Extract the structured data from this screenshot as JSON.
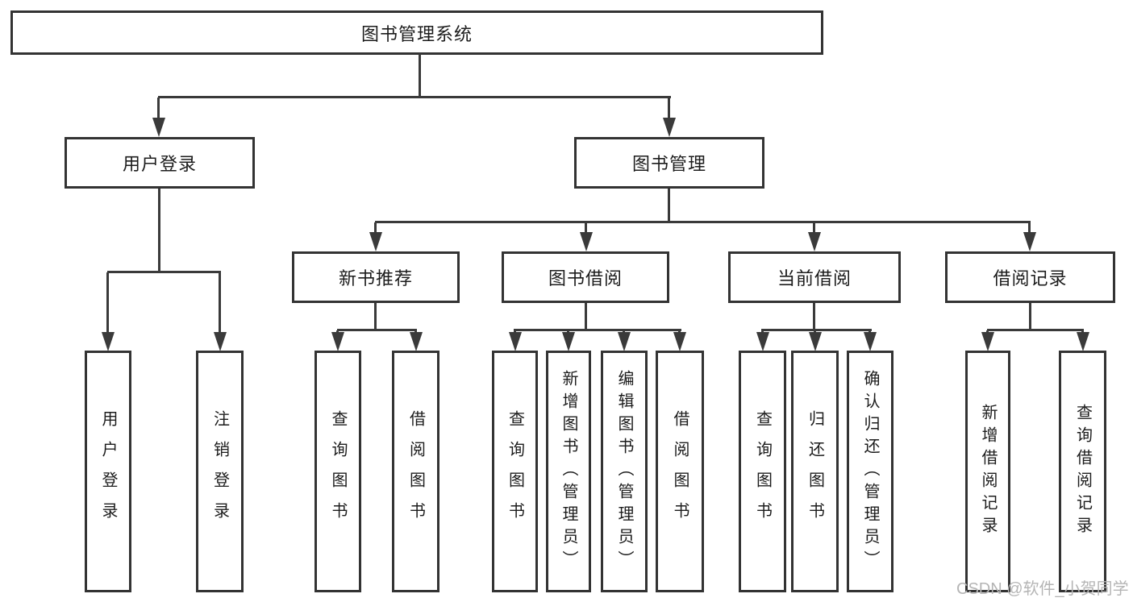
{
  "diagram": {
    "title": "图书管理系统",
    "level1": [
      {
        "id": "user-login",
        "label": "用户登录"
      },
      {
        "id": "book-management",
        "label": "图书管理"
      }
    ],
    "level2": [
      {
        "id": "new-book-recommend",
        "label": "新书推荐"
      },
      {
        "id": "book-borrow",
        "label": "图书借阅"
      },
      {
        "id": "current-borrow",
        "label": "当前借阅"
      },
      {
        "id": "borrow-records",
        "label": "借阅记录"
      }
    ],
    "leaves": {
      "user_login": [
        {
          "label": "用户登录"
        },
        {
          "label": "注销登录"
        }
      ],
      "new_book_recommend": [
        {
          "label": "查询图书"
        },
        {
          "label": "借阅图书"
        }
      ],
      "book_borrow": [
        {
          "label": "查询图书"
        },
        {
          "label": "新增图书（管理员）"
        },
        {
          "label": "编辑图书（管理员）"
        },
        {
          "label": "借阅图书"
        }
      ],
      "current_borrow": [
        {
          "label": "查询图书"
        },
        {
          "label": "归还图书"
        },
        {
          "label": "确认归还（管理员）"
        }
      ],
      "borrow_records": [
        {
          "label": "新增借阅记录"
        },
        {
          "label": "查询借阅记录"
        }
      ]
    },
    "watermark": "CSDN @软件_小贺同学",
    "colors": {
      "line": "#3a3a3a",
      "border": "#333333",
      "text": "#1c1c1c",
      "watermark": "#b5b5b5",
      "bg": "#ffffff"
    }
  }
}
